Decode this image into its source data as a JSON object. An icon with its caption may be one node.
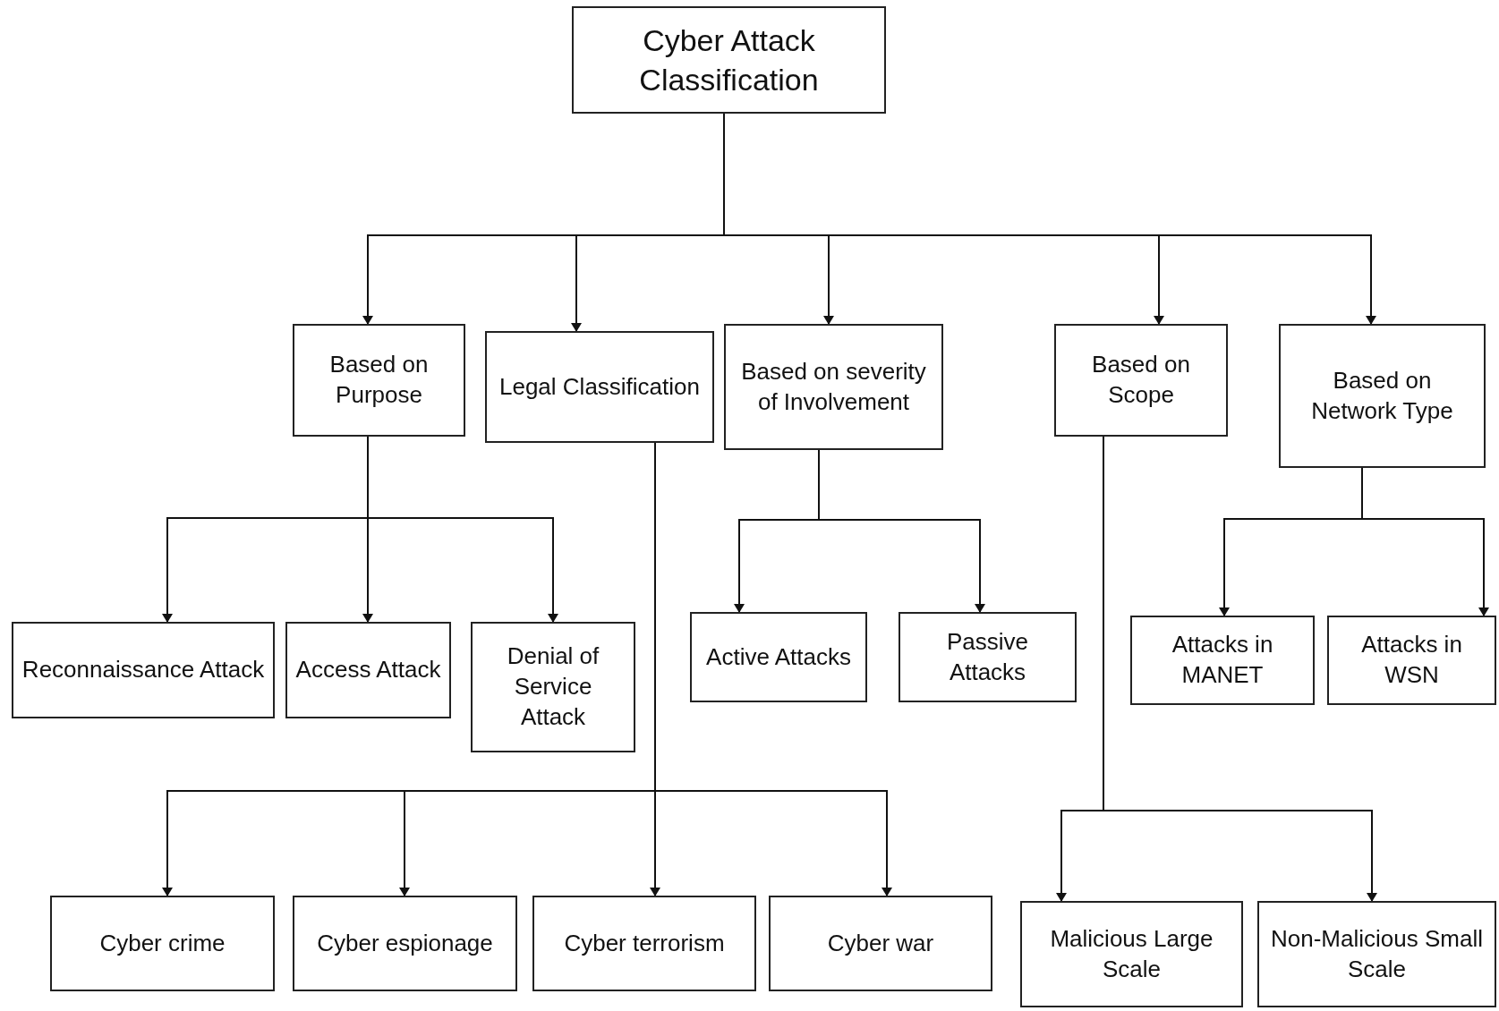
{
  "diagram": {
    "nodes": [
      {
        "text": [
          "Cyber Attack Classification"
        ]
      },
      {
        "text": [
          "Based on Purpose"
        ]
      },
      {
        "text": [
          "Legal Classification"
        ]
      },
      {
        "text": [
          "Based on severity of Involvement"
        ]
      },
      {
        "text": [
          "Based on Scope"
        ]
      },
      {
        "text": [
          "Based on Network Type"
        ]
      },
      {
        "text": [
          "Reconnaissance Attack"
        ]
      },
      {
        "text": [
          "Access Attack"
        ]
      },
      {
        "text": [
          "Denial of Service Attack"
        ]
      },
      {
        "text": [
          "Active Attacks"
        ]
      },
      {
        "text": [
          "Passive Attacks"
        ]
      },
      {
        "text": [
          "Attacks in MANET"
        ]
      },
      {
        "text": [
          "Attacks in WSN"
        ]
      },
      {
        "text": [
          "Cyber crime"
        ]
      },
      {
        "text": [
          "Cyber espionage"
        ]
      },
      {
        "text": [
          "Cyber terrorism"
        ]
      },
      {
        "text": [
          "Cyber war"
        ]
      },
      {
        "text": [
          "Malicious Large Scale"
        ]
      },
      {
        "text": [
          "Non-Malicious Small Scale"
        ]
      }
    ],
    "edges": [
      {
        "from": 0,
        "to": 1,
        "arrow": "to"
      },
      {
        "from": 0,
        "to": 2,
        "arrow": "to"
      },
      {
        "from": 0,
        "to": 3,
        "arrow": "to"
      },
      {
        "from": 0,
        "to": 4,
        "arrow": "to"
      },
      {
        "from": 0,
        "to": 5,
        "arrow": "to"
      },
      {
        "from": 1,
        "to": 6,
        "arrow": "to"
      },
      {
        "from": 1,
        "to": 7,
        "arrow": "to"
      },
      {
        "from": 1,
        "to": 8,
        "arrow": "to"
      },
      {
        "from": 2,
        "to": 13,
        "arrow": "to"
      },
      {
        "from": 2,
        "to": 14,
        "arrow": "to"
      },
      {
        "from": 2,
        "to": 15,
        "arrow": "to"
      },
      {
        "from": 2,
        "to": 16,
        "arrow": "to"
      },
      {
        "from": 3,
        "to": 9,
        "arrow": "to"
      },
      {
        "from": 3,
        "to": 10,
        "arrow": "to"
      },
      {
        "from": 4,
        "to": 17,
        "arrow": "to"
      },
      {
        "from": 4,
        "to": 18,
        "arrow": "to"
      },
      {
        "from": 5,
        "to": 11,
        "arrow": "to"
      },
      {
        "from": 5,
        "to": 12,
        "arrow": "to"
      }
    ]
  }
}
